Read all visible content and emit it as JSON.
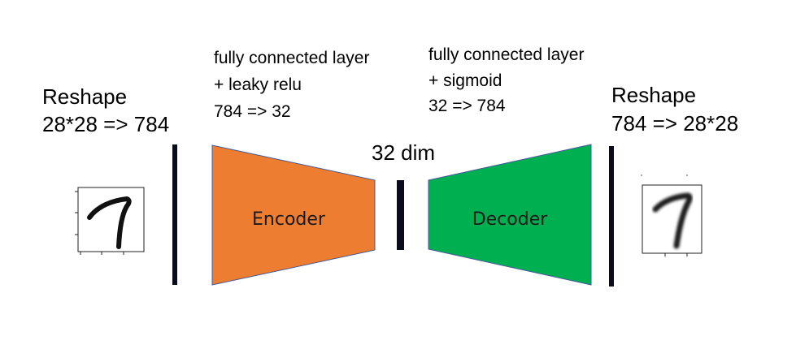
{
  "input_reshape": {
    "line1": "Reshape",
    "line2": "28*28 => 784"
  },
  "encoder_layer": {
    "line1": "fully connected layer",
    "line2": "+ leaky relu",
    "line3": "784 => 32"
  },
  "decoder_layer": {
    "line1": "fully connected layer",
    "line2": "+ sigmoid",
    "line3": "32 => 784"
  },
  "output_reshape": {
    "line1": "Reshape",
    "line2": "784 => 28*28"
  },
  "latent": {
    "label": "32 dim"
  },
  "encoder_block": {
    "label": "Encoder",
    "color": "#ED7D31"
  },
  "decoder_block": {
    "label": "Decoder",
    "color": "#00B050"
  },
  "vector_bar_color": "#0B0B1E",
  "input_image": {
    "depicts": "handwritten digit 7"
  },
  "output_image": {
    "depicts": "reconstructed handwritten digit 7"
  }
}
